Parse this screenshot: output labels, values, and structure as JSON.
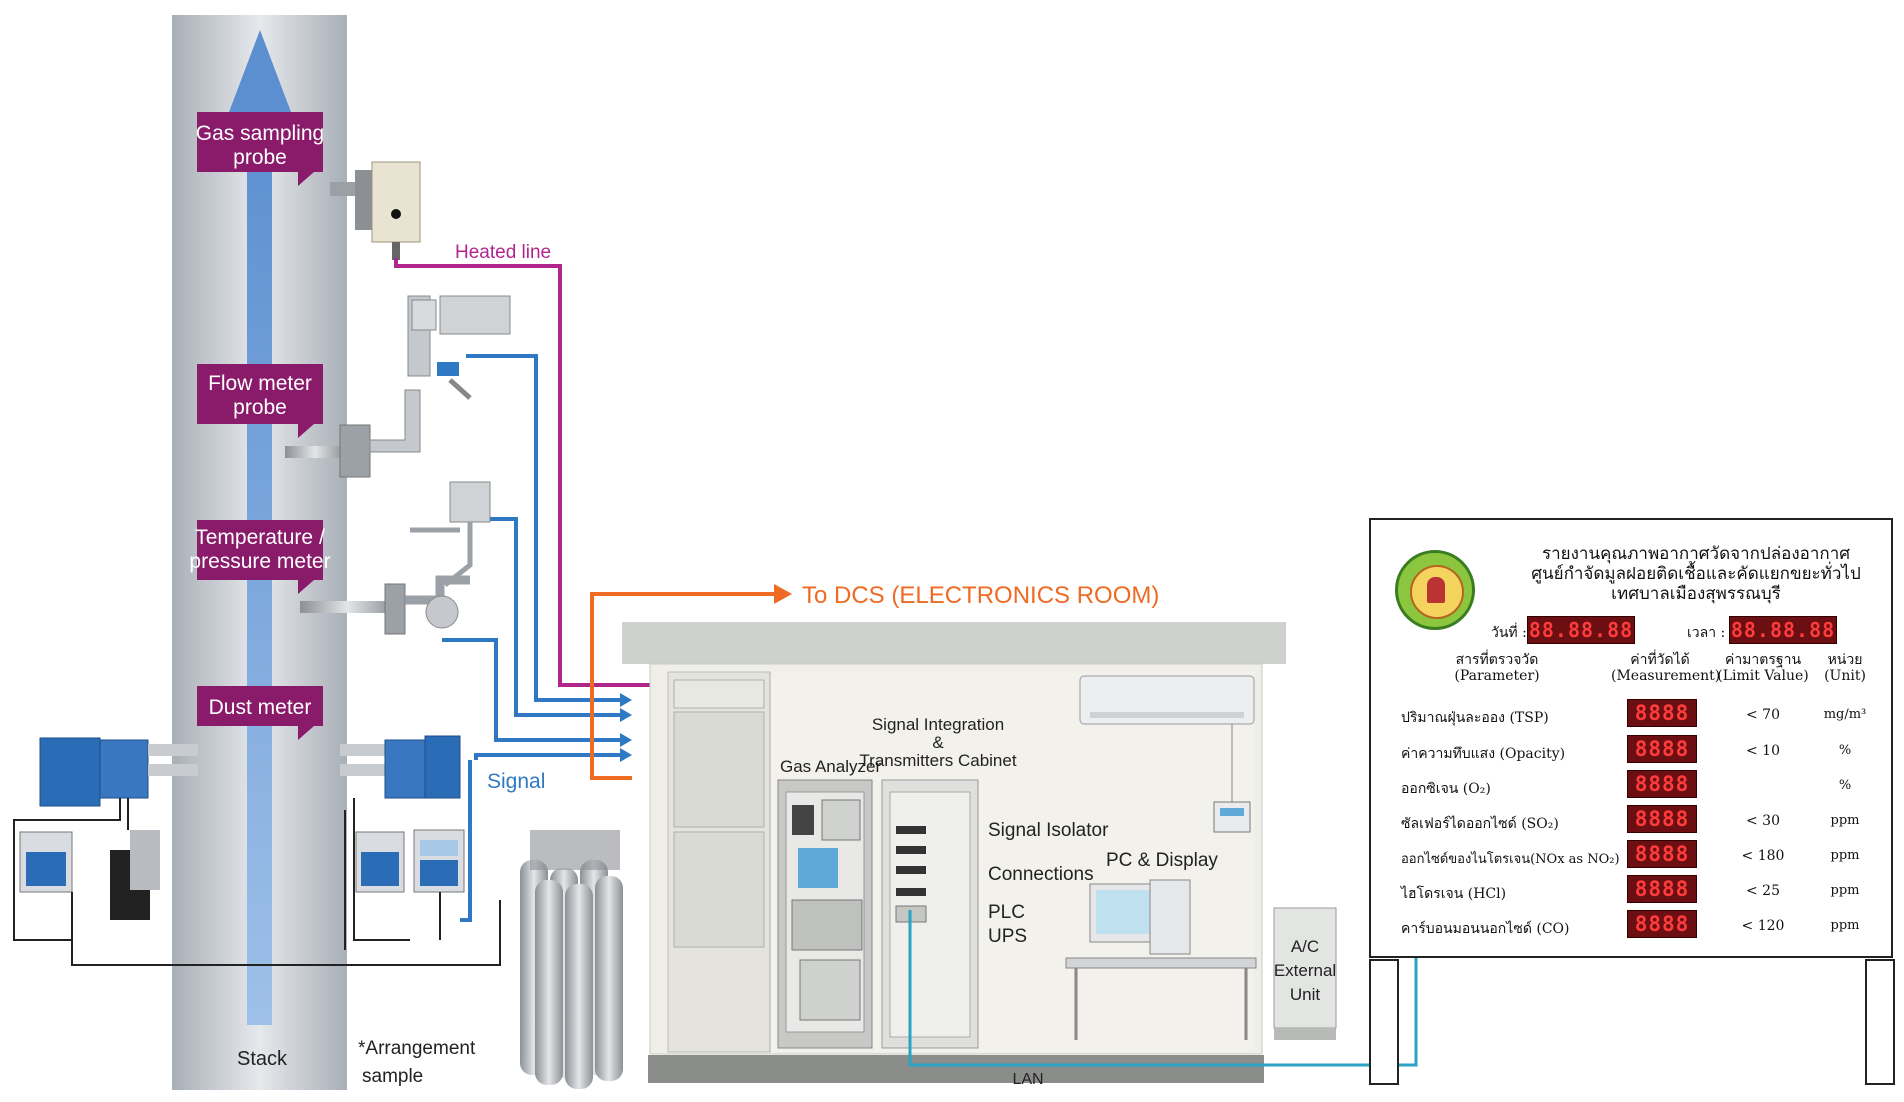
{
  "labels": {
    "gas_probe": [
      "Gas sampling",
      "probe"
    ],
    "flow_probe": [
      "Flow meter",
      "probe"
    ],
    "temp_meter": [
      "Temperature /",
      "pressure meter"
    ],
    "dust_meter": "Dust meter",
    "stack": "Stack",
    "arrangement": [
      "*Arrangement",
      "sample"
    ],
    "heated_line": "Heated line",
    "to_dcs": "To DCS (ELECTRONICS ROOM)",
    "signal": "Signal",
    "gas_analyzer": "Gas Analyzer",
    "cabinet": [
      "Signal Integration",
      "&",
      "Transmitters Cabinet"
    ],
    "signal_isolator": "Signal Isolator",
    "connections": "Connections",
    "plc": "PLC",
    "ups": "UPS",
    "pc_display": "PC & Display",
    "ac_unit": [
      "A/C",
      "External",
      "Unit"
    ],
    "lan": "LAN"
  },
  "board": {
    "title": [
      "รายงานคุณภาพอากาศวัดจากปล่องอากาศ",
      "ศูนย์กำจัดมูลฝอยติดเชื้อและคัดแยกขยะทั่วไป",
      "เทศบาลเมืองสุพรรณบุรี"
    ],
    "date_label": "วันที่ :",
    "time_label": "เวลา :",
    "date_digits": "88.88.88",
    "time_digits": "88.88.88",
    "headers": {
      "param": [
        "สารที่ตรวจวัด",
        "(Parameter)"
      ],
      "measure": [
        "ค่าที่วัดได้",
        "(Measurement)"
      ],
      "limit": [
        "ค่ามาตรฐาน",
        "(Limit Value)"
      ],
      "unit": [
        "หน่วย",
        "(Unit)"
      ]
    },
    "rows": [
      {
        "param": "ปริมาณฝุ่นละออง (TSP)",
        "digits": "8888",
        "limit": "< 70",
        "unit": "mg/m³"
      },
      {
        "param": "ค่าความทึบแสง (Opacity)",
        "digits": "8888",
        "limit": "< 10",
        "unit": "%"
      },
      {
        "param": "ออกซิเจน (O₂)",
        "digits": "8888",
        "limit": "",
        "unit": "%"
      },
      {
        "param": "ซัลเฟอร์ไดออกไซด์ (SO₂)",
        "digits": "8888",
        "limit": "< 30",
        "unit": "ppm"
      },
      {
        "param": "ออกไซด์ของไนโตรเจน(NOx as NO₂)",
        "digits": "8888",
        "limit": "< 180",
        "unit": "ppm"
      },
      {
        "param": "ไฮโดรเจน (HCl)",
        "digits": "8888",
        "limit": "< 25",
        "unit": "ppm"
      },
      {
        "param": "คาร์บอนมอนนอกไซด์ (CO)",
        "digits": "8888",
        "limit": "< 120",
        "unit": "ppm"
      }
    ]
  },
  "colors": {
    "probe_label": "#8a1a6a",
    "heated_line": "#b0268c",
    "signal": "#2f78c4",
    "dcs": "#ef6a22",
    "lan": "#2aa3c4",
    "stack": "#c9cdd3"
  }
}
